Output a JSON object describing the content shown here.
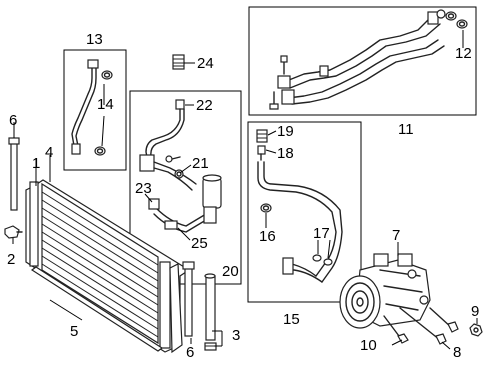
{
  "labels": {
    "l1": "1",
    "l2": "2",
    "l3": "3",
    "l4": "4",
    "l5": "5",
    "l6a": "6",
    "l6b": "6",
    "l7": "7",
    "l8": "8",
    "l9": "9",
    "l10": "10",
    "l11": "11",
    "l12": "12",
    "l13": "13",
    "l14": "14",
    "l15": "15",
    "l16": "16",
    "l17": "17",
    "l18": "18",
    "l19": "19",
    "l20": "20",
    "l21": "21",
    "l22": "22",
    "l23": "23",
    "l24": "24",
    "l25": "25"
  }
}
